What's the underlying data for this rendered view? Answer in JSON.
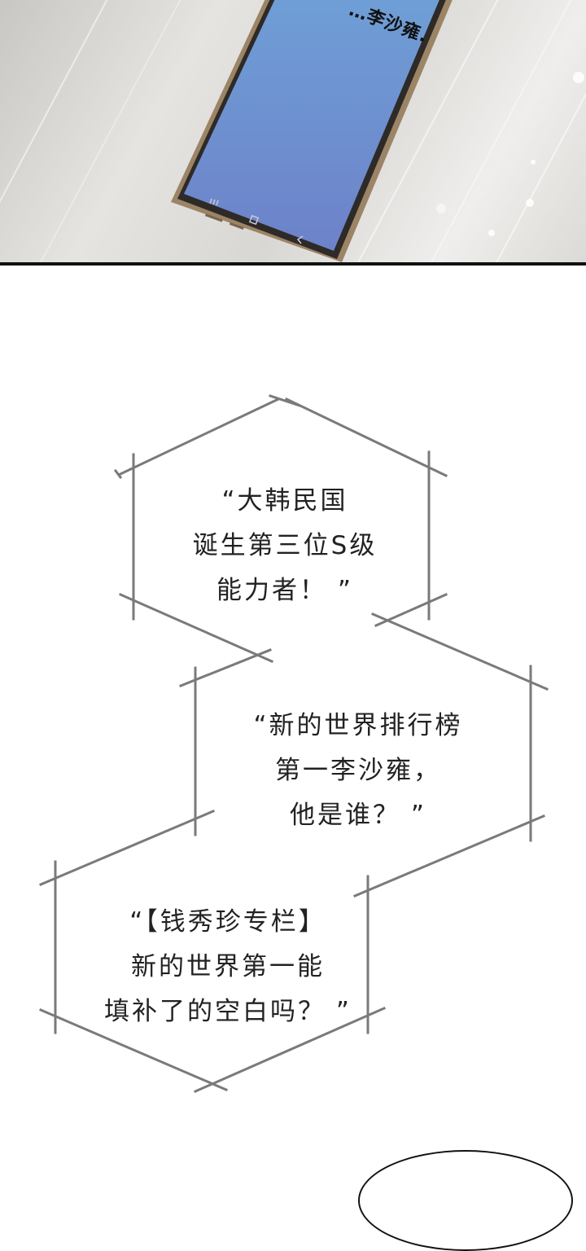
{
  "phone_screen_text": "…李沙雍.",
  "captions": [
    {
      "lines": [
        "“大韩民国",
        "诞生第三位S级",
        "能力者！ ”"
      ]
    },
    {
      "lines": [
        "“新的世界排行榜",
        "第一李沙雍，",
        "他是谁？ ”"
      ]
    },
    {
      "lines": [
        "“【钱秀珍专栏】",
        "新的世界第一能",
        "填补了的空白吗？ ”"
      ]
    }
  ],
  "colors": {
    "frame_line": "#7a7a7a",
    "text": "#222222",
    "panel_border": "#111111",
    "screen_top": "#6f9fd6",
    "screen_bottom": "#6d82c9"
  },
  "icons": [
    "recent-apps-icon",
    "home-icon",
    "back-icon"
  ]
}
